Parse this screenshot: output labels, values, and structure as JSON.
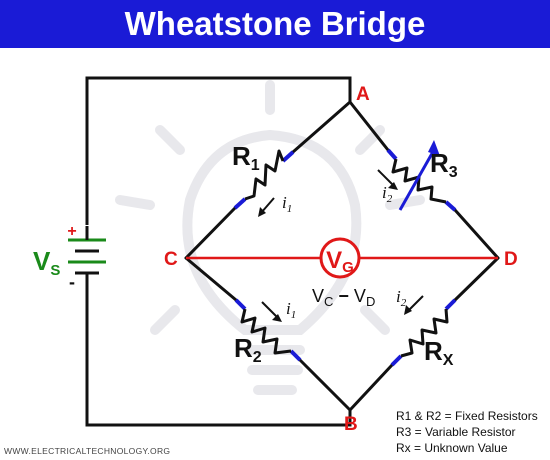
{
  "title": "Wheatstone Bridge",
  "nodes": {
    "a": "A",
    "b": "B",
    "c": "C",
    "d": "D"
  },
  "resistors": {
    "r1": {
      "main": "R",
      "sub": "1"
    },
    "r2": {
      "main": "R",
      "sub": "2"
    },
    "r3": {
      "main": "R",
      "sub": "3"
    },
    "rx": {
      "main": "R",
      "sub": "X"
    }
  },
  "currents": {
    "i1_top": {
      "main": "i",
      "sub": "1"
    },
    "i2_top": {
      "main": "i",
      "sub": "2"
    },
    "i1_bottom": {
      "main": "i",
      "sub": "1"
    },
    "i2_bottom": {
      "main": "i",
      "sub": "2"
    }
  },
  "source": {
    "main": "V",
    "sub": "S",
    "plus": "+",
    "minus": "-"
  },
  "galvanometer": {
    "main": "V",
    "sub": "G"
  },
  "voltage_expr": {
    "v1": "V",
    "s1": "C",
    "op": " − ",
    "v2": "V",
    "s2": "D"
  },
  "legend": [
    "R1 & R2 = Fixed Resistors",
    "R3 = Variable Resistor",
    "Rx = Unknown Value"
  ],
  "watermark": "WWW.ELECTRICALTECHNOLOGY.ORG",
  "colors": {
    "banner": "#1a1bd6",
    "wire": "#111111",
    "resistor_lead": "#1a1bd6",
    "node_label": "#e01818",
    "galvanometer": "#e01818",
    "source_label": "#1a8a1a",
    "source_plate": "#1a8a1a"
  }
}
